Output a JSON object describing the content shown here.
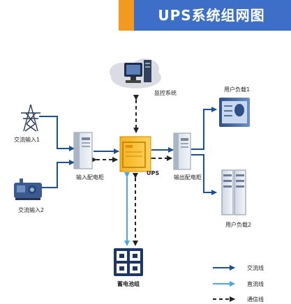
{
  "title": "UPS系统组网图",
  "nodes": {
    "monitor": "监控系统",
    "input1": "交流输入1",
    "input2": "交流输入2",
    "input_cabinet": "输入配电柜",
    "ups": "UPS",
    "output_cabinet": "输出配电柜",
    "load1": "用户负载1",
    "load2": "用户负载2",
    "battery": "蓄电池组"
  },
  "legend": {
    "ac": "交流线",
    "dc": "直流线",
    "comm": "通信线"
  },
  "colors": {
    "ac_line": "#1b4f96",
    "dc_line": "#4aa6e8",
    "comm_line": "#222222",
    "title_bg": "#3d6ec8",
    "title_accent": "#f29a1e"
  }
}
